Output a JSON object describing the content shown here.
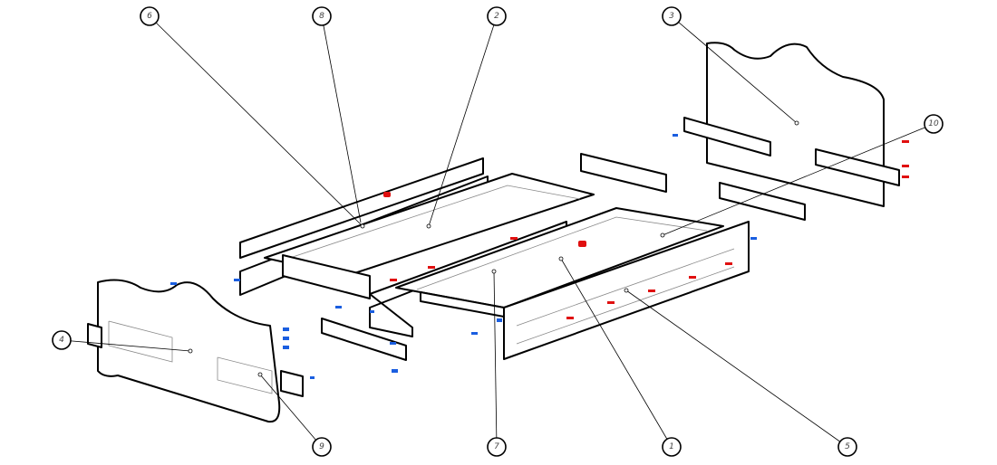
{
  "diagram": {
    "type": "exploded-assembly",
    "colors": {
      "fastener_red": "#e01010",
      "fastener_blue": "#1a5ee0",
      "line": "#000000"
    },
    "callouts": [
      {
        "label": "6"
      },
      {
        "label": "8"
      },
      {
        "label": "2"
      },
      {
        "label": "3"
      },
      {
        "label": "10"
      },
      {
        "label": "4"
      },
      {
        "label": "9"
      },
      {
        "label": "7"
      },
      {
        "label": "1"
      },
      {
        "label": "5"
      }
    ]
  }
}
